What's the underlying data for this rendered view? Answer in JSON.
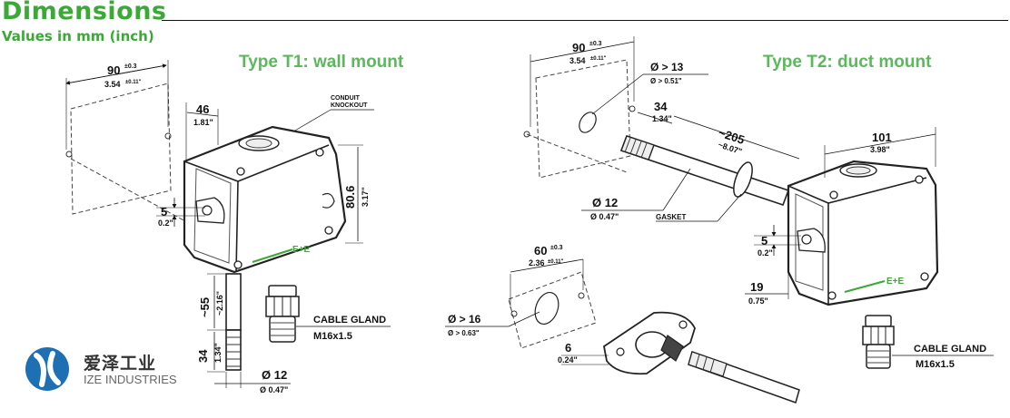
{
  "header": {
    "title": "Dimensions",
    "subtitle": "Values in mm (inch)"
  },
  "t1": {
    "label": "Type T1: wall mount",
    "dim_90": "90",
    "dim_90_tol": "±0.3",
    "dim_90_in": "3.54",
    "dim_90_in_tol": "±0.11\"",
    "dim_46": "46",
    "dim_46_in": "1.81\"",
    "conduit_1": "CONDUIT",
    "conduit_2": "KNOCKOUT",
    "dim_806": "80.6",
    "dim_806_in": "3.17\"",
    "dim_5": "5",
    "dim_5_in": "0.2\"",
    "dim_55": "~55",
    "dim_55_in": "~2.16\"",
    "dim_34": "34",
    "dim_34_in": "1.34\"",
    "dim_d12": "Ø 12",
    "dim_d12_in": "Ø 0.47\"",
    "gland_1": "CABLE GLAND",
    "gland_2": "M16x1.5",
    "brand": "E+E"
  },
  "t2": {
    "label": "Type T2: duct mount",
    "dim_90": "90",
    "dim_90_tol": "±0.3",
    "dim_90_in": "3.54",
    "dim_90_in_tol": "±0.11\"",
    "dim_d13": "Ø > 13",
    "dim_d13_in": "Ø > 0.51\"",
    "dim_34": "34",
    "dim_34_in": "1.34\"",
    "dim_205": "~205",
    "dim_205_in": "~8.07\"",
    "dim_101": "101",
    "dim_101_in": "3.98\"",
    "dim_d12": "Ø 12",
    "dim_d12_in": "Ø 0.47\"",
    "gasket": "GASKET",
    "dim_5": "5",
    "dim_5_in": "0.2\"",
    "dim_19": "19",
    "dim_19_in": "0.75\"",
    "dim_60": "60",
    "dim_60_tol": "±0.3",
    "dim_60_in": "2.36",
    "dim_60_in_tol": "±0.11\"",
    "dim_d16": "Ø > 16",
    "dim_d16_in": "Ø > 0.63\"",
    "dim_6": "6",
    "dim_6_in": "0.24\"",
    "gland_1": "CABLE GLAND",
    "gland_2": "M16x1.5",
    "brand": "E+E"
  },
  "logo": {
    "cn": "爱泽工业",
    "en": "IZE INDUSTRIES"
  },
  "colors": {
    "title_green": "#3aa935",
    "type_green": "#5cb85c",
    "housing_dark": "#333333",
    "logo_blue": "#1f6fb5"
  }
}
